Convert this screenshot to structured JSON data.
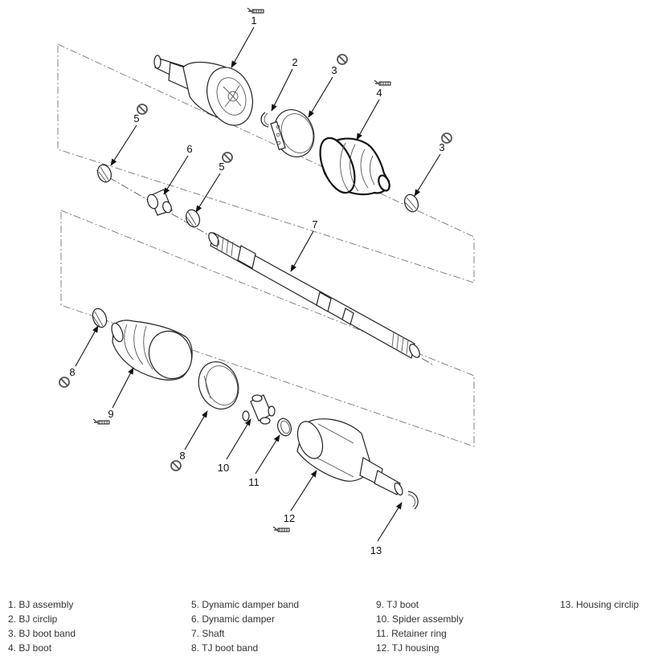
{
  "callouts": [
    "1",
    "2",
    "3",
    "4",
    "5",
    "6",
    "5",
    "3",
    "7",
    "8",
    "9",
    "8",
    "10",
    "11",
    "12",
    "13"
  ],
  "legend": {
    "col1": [
      "1. BJ assembly",
      "2. BJ circlip",
      "3. BJ boot band",
      "4. BJ boot"
    ],
    "col2": [
      "5. Dynamic damper band",
      "6. Dynamic damper",
      "7. Shaft",
      "8. TJ boot band"
    ],
    "col3": [
      "9. TJ boot",
      "10. Spider assembly",
      "11. Retainer ring",
      "12. TJ housing"
    ],
    "col4": [
      "13. Housing circlip"
    ]
  },
  "symbols": {
    "grease": "grease-icon",
    "replace": "do-not-reuse-icon"
  },
  "colors": {
    "line": "#222222",
    "frame": "#777777",
    "text": "#333333"
  }
}
